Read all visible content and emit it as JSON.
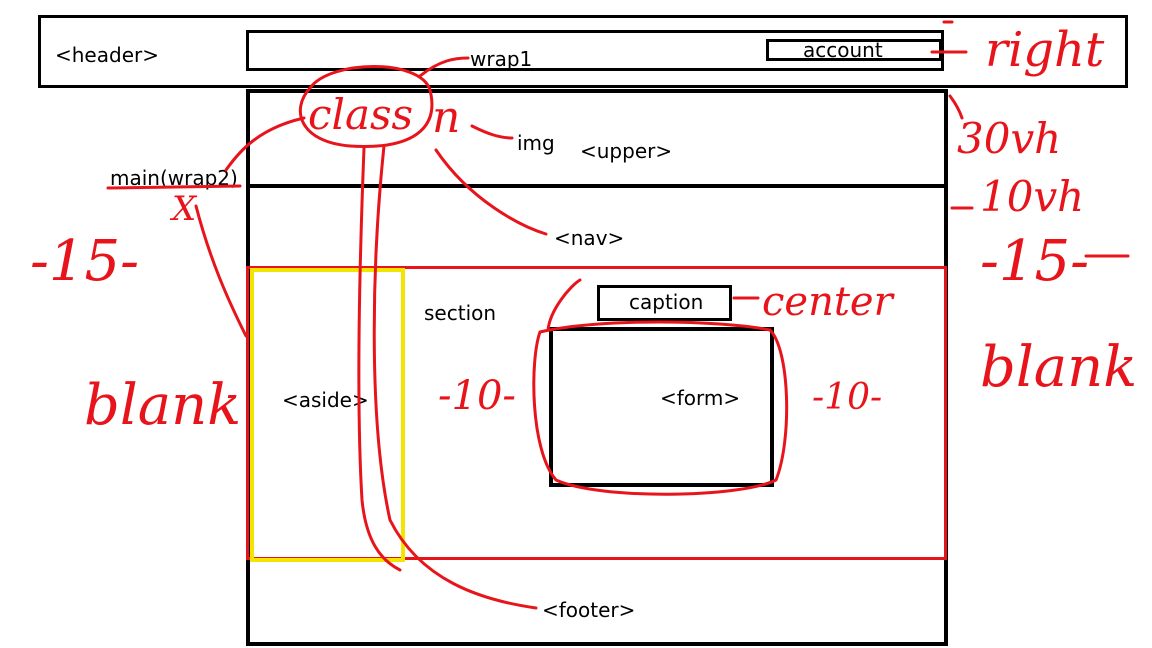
{
  "colors": {
    "ink": "#000000",
    "annotation": "#e8141b",
    "aside_outline": "#f2e600"
  },
  "labels": {
    "header": "<header>",
    "wrap1": "wrap1",
    "account": "account",
    "main": "main(wrap2)",
    "img": "img",
    "upper": "<upper>",
    "nav": "<nav>",
    "aside": "<aside>",
    "section": "section",
    "caption": "caption",
    "form": "<form>",
    "footer": "<footer>"
  },
  "annotations": {
    "right": "right",
    "vh30": "30vh",
    "vh10": "10vh",
    "class": "class",
    "n": "n",
    "x": "X",
    "left_margin": "-15-",
    "right_margin": "-15-",
    "blank_left": "blank",
    "blank_right": "blank",
    "center": "center",
    "form_left": "-10-",
    "form_right": "-10-"
  }
}
